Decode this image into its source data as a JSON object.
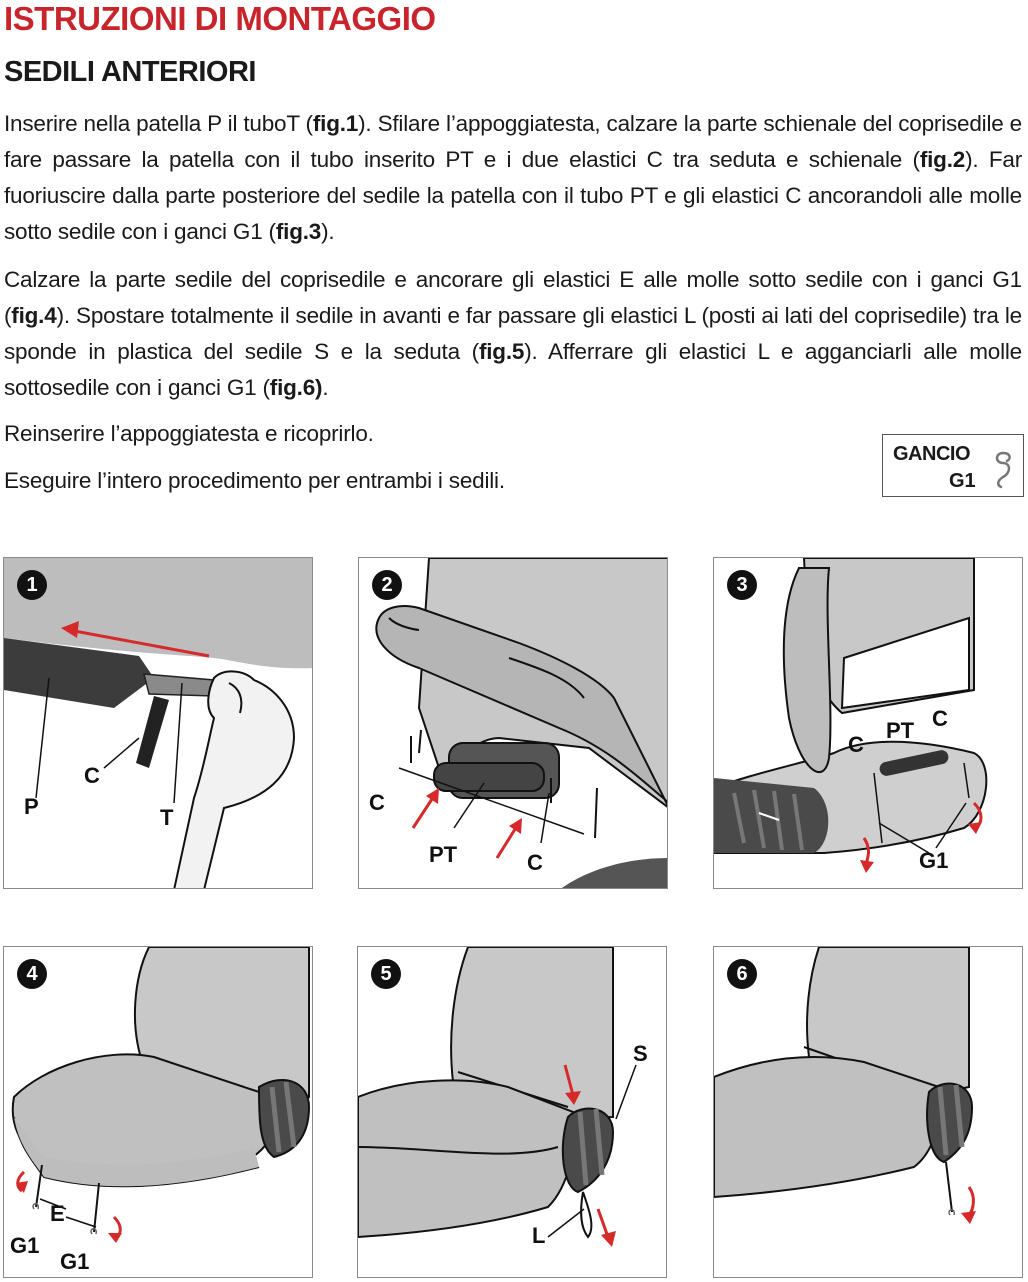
{
  "header": {
    "title": "ISTRUZIONI DI MONTAGGIO",
    "subtitle": "SEDILI ANTERIORI"
  },
  "paragraphs": {
    "p1": {
      "t1": "Inserire nella patella P il tuboT (",
      "f1": "fig.1",
      "t2": "). Sfilare l’appoggiatesta, calzare la parte schienale del coprisedile e fare passare la patella con il tubo inserito PT e i due elastici C tra seduta e schienale (",
      "f2": "fig.2",
      "t3": "). Far fuoriuscire dalla parte posteriore del sedile la patella con il tubo PT e gli elastici C ancorandoli alle molle sotto sedile con i ganci G1 (",
      "f3": "fig.3",
      "t4": ")."
    },
    "p2": {
      "t1": "Calzare la parte sedile del coprisedile e ancorare gli elastici E alle molle sotto sedile con i ganci G1 (",
      "f1": "fig.4",
      "t2": "). Spostare totalmente il sedile in avanti e far passare gli elastici L (posti ai lati del coprisedile) tra le sponde in plastica del sedile S e la seduta (",
      "f2": "fig.5",
      "t3": "). Afferrare gli elastici L e agganciarli alle molle sottosedile con i ganci G1 (",
      "f3": "fig.6)",
      "t4": "."
    },
    "p3": "Reinserire l’appoggiatesta e ricoprirlo.",
    "p4": "Eseguire l’intero procedimento per entrambi i sedili."
  },
  "hook_legend": {
    "line1": "GANCIO",
    "line2": "G1",
    "icon": "hook-icon"
  },
  "figures": [
    {
      "number": "1",
      "labels": {
        "p": "P",
        "c": "C",
        "t": "T"
      }
    },
    {
      "number": "2",
      "labels": {
        "c1": "C",
        "pt": "PT",
        "c2": "C"
      }
    },
    {
      "number": "3",
      "labels": {
        "c1": "C",
        "pt": "PT",
        "c2": "C",
        "g1": "G1"
      }
    },
    {
      "number": "4",
      "labels": {
        "e": "E",
        "g1a": "G1",
        "g1b": "G1"
      }
    },
    {
      "number": "5",
      "labels": {
        "s": "S",
        "l": "L"
      }
    },
    {
      "number": "6",
      "labels": {}
    }
  ],
  "colors": {
    "title_red": "#c8242b",
    "arrow_red": "#d62a2a",
    "seat_gray": "#b9b9b9",
    "dark_gray": "#4a4a4a"
  }
}
